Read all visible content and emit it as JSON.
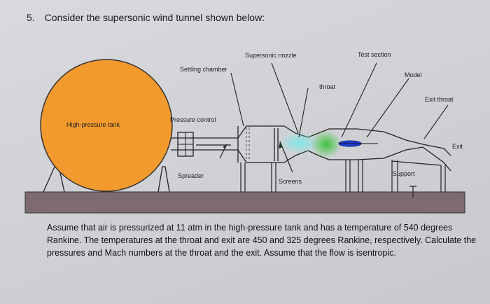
{
  "question": {
    "number": "5.",
    "prompt": "Consider the supersonic wind tunnel shown below:"
  },
  "labels": {
    "supersonic_nozzle": "Supersonic nozzle",
    "test_section": "Test section",
    "settling_chamber": "Settling chamber",
    "model": "Model",
    "throat": "throat",
    "exit_throat": "Exit throat",
    "high_pressure_tank": "High-pressure tank",
    "pressure_control": "Pressure control",
    "exit": "Exit",
    "spreader": "Spreader",
    "screens": "Screens",
    "support": "Support"
  },
  "problem_text": "Assume that air is pressurized at 11 atm in the high-pressure tank and has a temperature of 540 degrees Rankine. The temperatures at the throat and exit are 450 and 325 degrees Rankine, respectively. Calculate the pressures and Mach numbers at the throat and the exit. Assume that the flow is isentropic.",
  "colors": {
    "tank_fill": "#f39a2e",
    "base_fill": "#7d6b6f",
    "flow_cyan": "#7fe8e6",
    "flow_green": "#4cc94a",
    "model_blue": "#1f3fd6"
  }
}
